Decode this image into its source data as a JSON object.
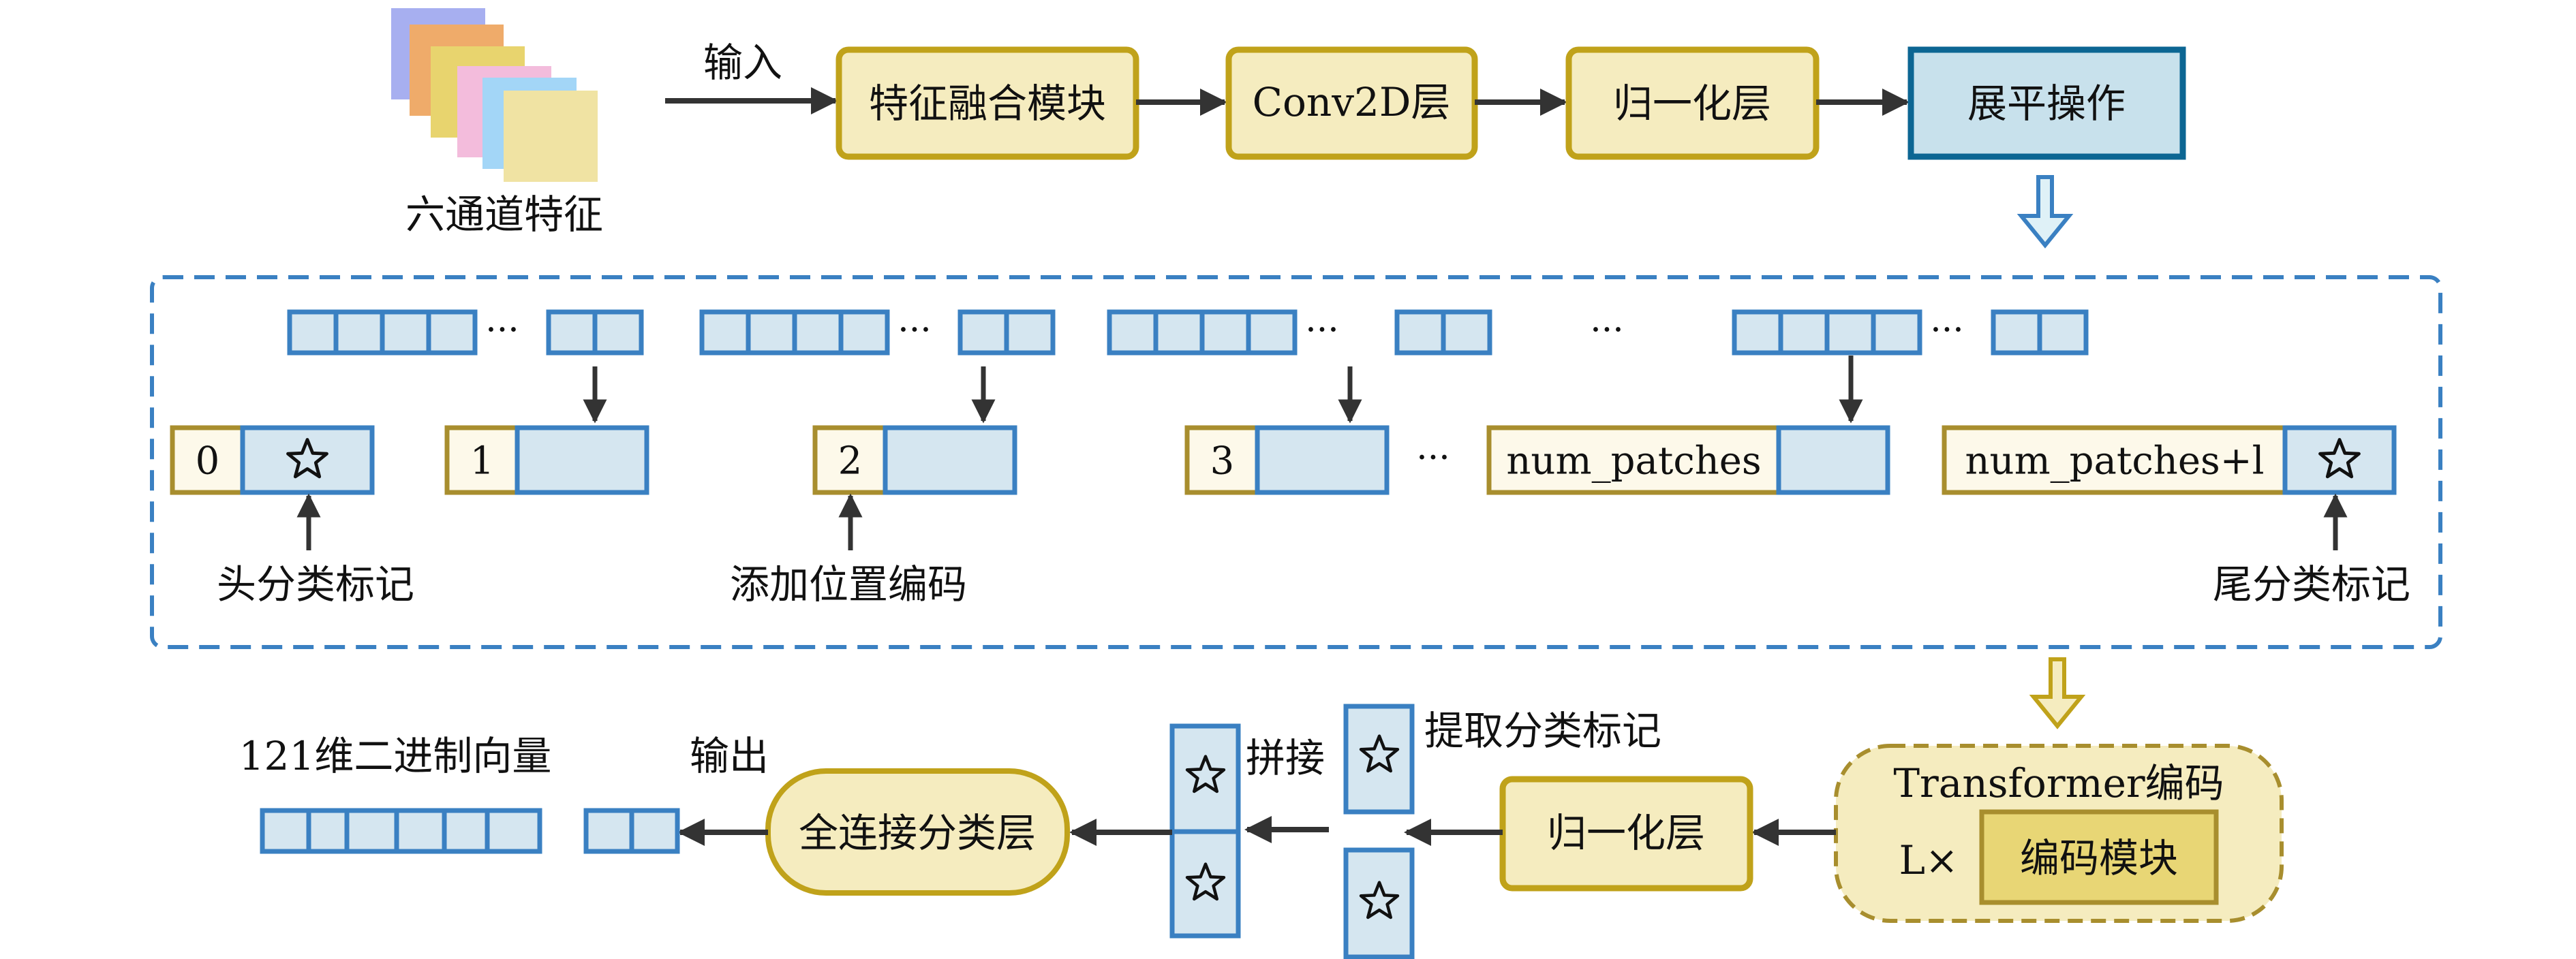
{
  "colors": {
    "yellow_fill": "#f5ecbf",
    "yellow_stroke": "#c0a21a",
    "blue_fill": "#d5e6f0",
    "blue_stroke": "#3a80c2",
    "dark_blue_stroke": "#0c6693",
    "flatten_fill": "#c8e1ec",
    "index_fill": "#fdf9ea",
    "index_stroke": "#a88e2e",
    "arrow": "#333333",
    "encoder_inner_fill": "#e8d675",
    "channel_colors": [
      "#a7aff0",
      "#efab6a",
      "#e8d46e",
      "#f3bcdc",
      "#a3d6f7",
      "#f0e3a3"
    ]
  },
  "top": {
    "input_label": "输入",
    "channels_label": "六通道特征",
    "boxes": [
      {
        "id": "feature-fusion",
        "label": "特征融合模块"
      },
      {
        "id": "conv2d",
        "label": "Conv2D层"
      },
      {
        "id": "normalization",
        "label": "归一化层"
      },
      {
        "id": "flatten",
        "label": "展平操作"
      }
    ]
  },
  "middle": {
    "ellipsis": "···",
    "tokens": [
      {
        "index": "0",
        "star": true
      },
      {
        "index": "1",
        "star": false
      },
      {
        "index": "2",
        "star": false
      },
      {
        "index": "3",
        "star": false
      },
      {
        "index": "num_patches",
        "star": false
      },
      {
        "index": "num_patches+l",
        "star": true
      }
    ],
    "labels": {
      "head_cls": "头分类标记",
      "pos_enc": "添加位置编码",
      "tail_cls": "尾分类标记"
    }
  },
  "bottom": {
    "transformer_label": "Transformer编码",
    "repeat_label": "L×",
    "encoder_block": "编码模块",
    "norm_label": "归一化层",
    "extract_label": "提取分类标记",
    "concat_label": "拼接",
    "fc_label": "全连接分类层",
    "output_label": "输出",
    "vector_label": "121维二进制向量"
  }
}
